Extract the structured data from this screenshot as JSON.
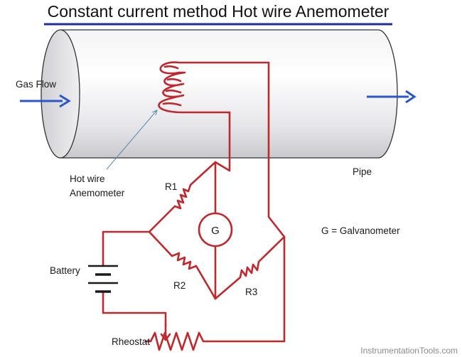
{
  "title": "Constant current method Hot wire Anemometer",
  "labels": {
    "gas_flow": "Gas Flow",
    "hot_wire_line1": "Hot wire",
    "hot_wire_line2": "Anemometer",
    "pipe": "Pipe",
    "r1": "R1",
    "r2": "R2",
    "r3": "R3",
    "galvanometer_symbol": "G",
    "galvanometer_legend": "G = Galvanometer",
    "battery": "Battery",
    "rheostat": "Rheostat"
  },
  "watermark": "InstrumentationTools.com",
  "colors": {
    "wire": "#c0282d",
    "flow_arrow": "#2a57c9",
    "title_rule": "#1f2f9a",
    "pipe_edge": "#333333",
    "pointer": "#5a8ab0"
  }
}
